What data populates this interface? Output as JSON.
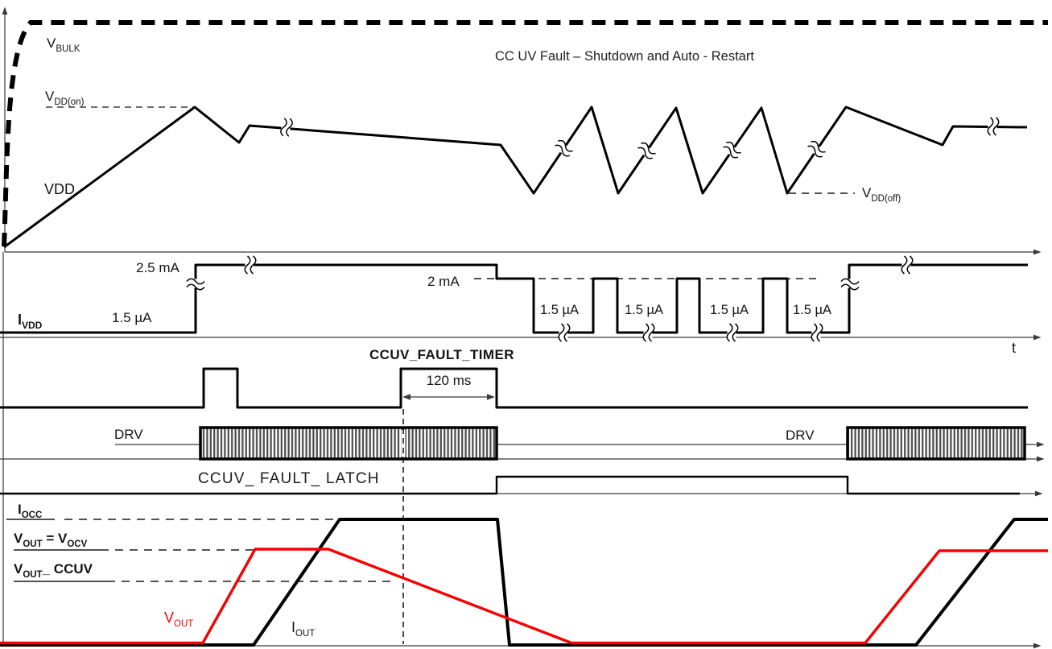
{
  "vdd_plot": {
    "title": "CC UV Fault – Shutdown and Auto - Restart",
    "vbulk": {
      "main": "V",
      "sub": "BULK"
    },
    "vdd_on": {
      "main": "V",
      "sub": "DD(on)"
    },
    "vdd": "VDD",
    "vdd_off": {
      "main": "V",
      "sub": "DD(off)"
    }
  },
  "ivdd_plot": {
    "ivdd": {
      "main": "I",
      "sub": "VDD"
    },
    "level_run": "2.5 mA",
    "level_sleep": "1.5 µA",
    "level_fault": "2 mA",
    "dip_labels": [
      "1.5 µA",
      "1.5 µA",
      "1.5 µA",
      "1.5 µA"
    ],
    "time_axis": "t"
  },
  "timer_row": {
    "label": "CCUV_FAULT_TIMER",
    "duration": "120 ms"
  },
  "drv_row": {
    "label_left": "DRV",
    "label_right": "DRV"
  },
  "latch_row": {
    "label": "CCUV_ FAULT_ LATCH"
  },
  "output_plot": {
    "iocc": {
      "main": "I",
      "sub": "OCC"
    },
    "vocv": {
      "main1": "V",
      "sub1": "OUT",
      "equals": " = ",
      "main2": "V",
      "sub2": "OCV"
    },
    "vout_ccuv": {
      "main": "V",
      "sub": "OUT",
      "rest": "_ CCUV"
    },
    "vout": {
      "main": "V",
      "sub": "OUT"
    },
    "iout": {
      "main": "I",
      "sub": "OUT"
    }
  },
  "colors": {
    "trace": "#000000",
    "vout_trace": "#f80000",
    "axis": "#404040",
    "background": "#ffffff"
  },
  "waveforms": {
    "description": "Timing diagram of CC UV (constant-current under-voltage) fault with shutdown and auto-restart",
    "VBULK": "rises at startup, stays high (dashed) for entire diagram",
    "VDD": "ramps to VDD(on), dips, regulated flat, then sawtooth between VDD(off) and VDD(on) during auto-restart retries, finally recovers to regulated level",
    "IVDD": "1.5 µA startup, 2.5 mA running, drops to 2 mA then pulses between 1.5 µA and 2 mA during restart attempts, returns to 2.5 mA",
    "CCUV_FAULT_TIMER": "short pulse at startup, then 120 ms pulse when VOUT falls below VOUT_CCUV",
    "DRV": "switching (hatched) while converter runs; stops when 120 ms timer expires; resumes at auto-restart",
    "CCUV_FAULT_LATCH": "set when timer expires, cleared at auto-restart",
    "VOUT": "rises to VOCV, droops below VOUT_CCUV during CC UV fault, collapses, recovers after restart",
    "IOUT": "rises to IOCC, held at IOCC during fault, collapses at shutdown, recovers after restart"
  }
}
